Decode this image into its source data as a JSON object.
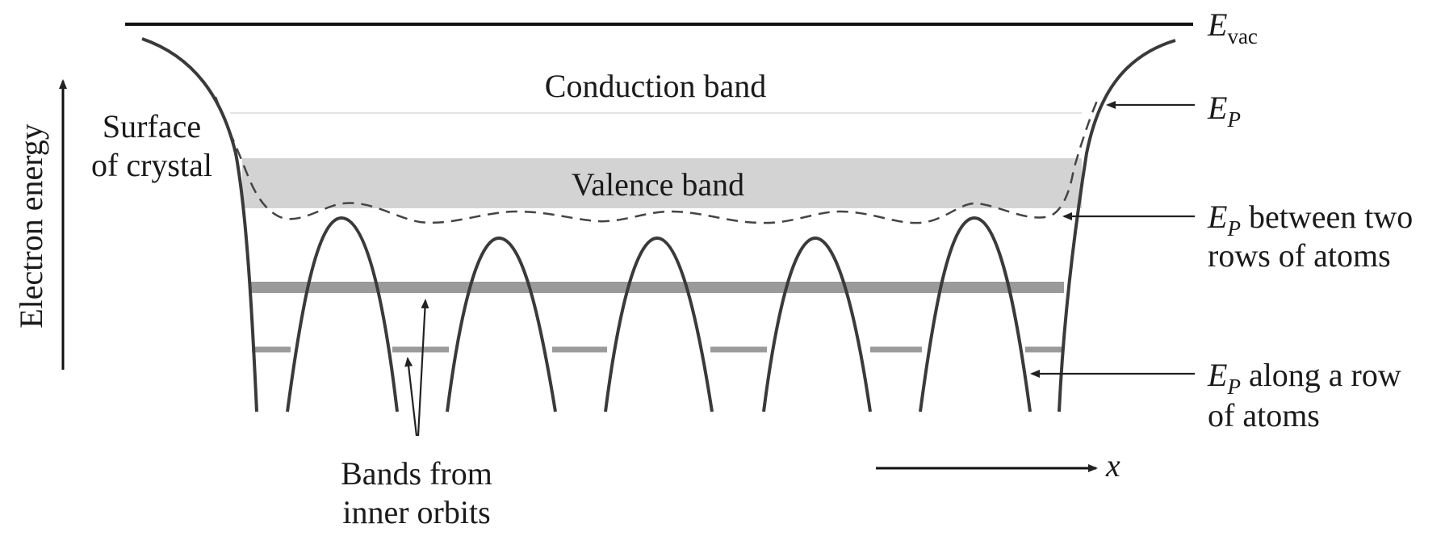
{
  "labels": {
    "e_vac_main": "E",
    "e_vac_sub": "vac",
    "conduction_band": "Conduction band",
    "valence_band": "Valence band",
    "surface_line1": "Surface",
    "surface_line2": "of crystal",
    "y_axis": "Electron energy",
    "ep_main": "E",
    "ep_sub": "P",
    "ep_between_main": "E",
    "ep_between_sub": "P",
    "ep_between_rest": " between two",
    "ep_between_line2": "rows of atoms",
    "ep_along_main": "E",
    "ep_along_sub": "P",
    "ep_along_rest": " along a row",
    "ep_along_line2": "of atoms",
    "bands_line1": "Bands from",
    "bands_line2": "inner orbits",
    "x_axis": "x"
  },
  "colors": {
    "curve": "#3a3a3a",
    "valence_fill": "#d3d3d3",
    "inner_band_upper": "#9a9a9a",
    "inner_band_lower": "#9a9a9a"
  }
}
